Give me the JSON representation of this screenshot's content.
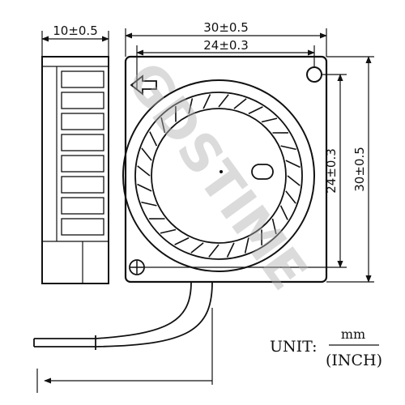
{
  "dimensions": {
    "side_depth": "10±0.5",
    "outer_width": "30±0.5",
    "inner_width": "24±0.3",
    "inner_height": "24±0.3",
    "outer_height": "30±0.5"
  },
  "unit": {
    "label": "UNIT:",
    "numerator": "mm",
    "denominator": "(INCH)"
  },
  "watermark": {
    "text": "GDSTIME"
  },
  "colors": {
    "line": "#111111",
    "watermark": "#b0b0b0"
  }
}
